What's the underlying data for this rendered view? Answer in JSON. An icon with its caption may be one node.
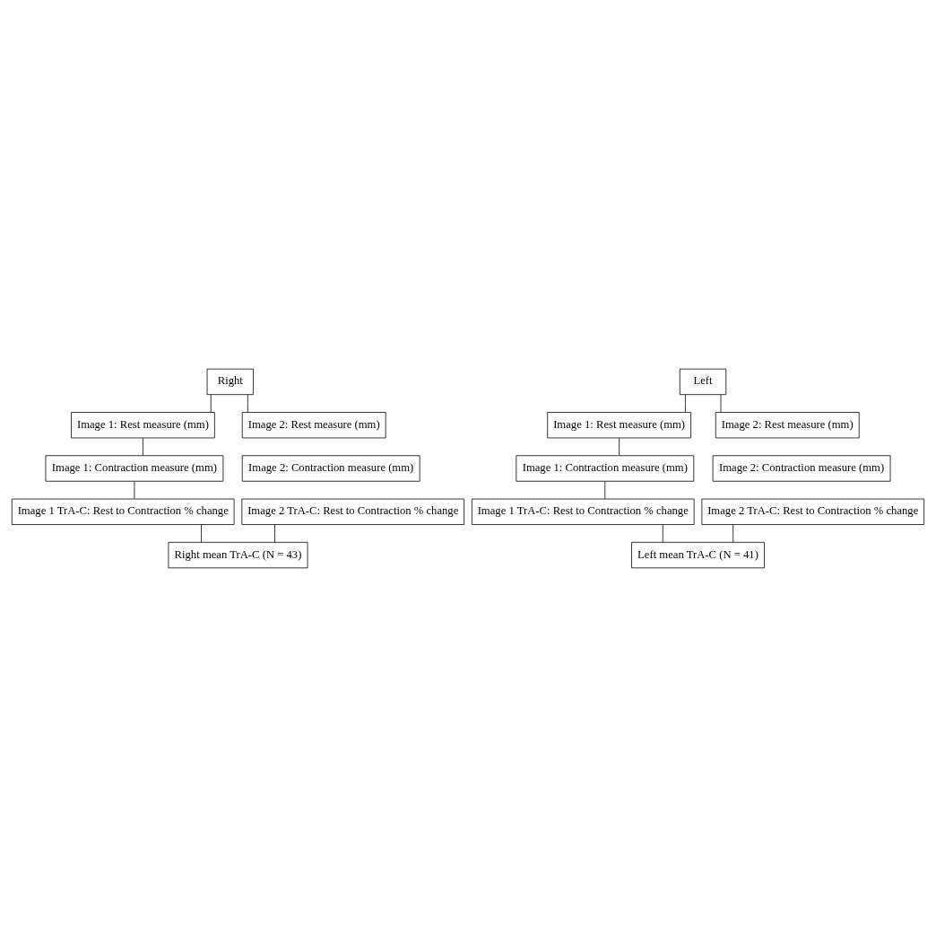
{
  "diagram": {
    "nodes": [
      {
        "text": [
          "Right"
        ]
      },
      {
        "text": [
          "Image 1: Rest measure (mm)"
        ]
      },
      {
        "text": [
          "Image 2: Rest measure (mm)"
        ]
      },
      {
        "text": [
          "Image 1: Contraction measure (mm)"
        ]
      },
      {
        "text": [
          "Image 2: Contraction measure (mm)"
        ]
      },
      {
        "text": [
          "Image 1 TrA-C: Rest to Contraction % change"
        ]
      },
      {
        "text": [
          "Image 2 TrA-C: Rest to Contraction % change"
        ]
      },
      {
        "text": [
          "Right mean TrA-C (N = 43)"
        ]
      },
      {
        "text": [
          "Left"
        ]
      },
      {
        "text": [
          "Image 1: Rest measure (mm)"
        ]
      },
      {
        "text": [
          "Image 2: Rest measure (mm)"
        ]
      },
      {
        "text": [
          "Image 1: Contraction measure (mm)"
        ]
      },
      {
        "text": [
          "Image 2: Contraction measure (mm)"
        ]
      },
      {
        "text": [
          "Image 1 TrA-C: Rest to Contraction % change"
        ]
      },
      {
        "text": [
          "Image 2 TrA-C: Rest to Contraction % change"
        ]
      },
      {
        "text": [
          "Left mean TrA-C (N = 41)"
        ]
      }
    ],
    "edges": [
      {
        "from": 0,
        "to": 1,
        "arrow": "none"
      },
      {
        "from": 0,
        "to": 2,
        "arrow": "none"
      },
      {
        "from": 1,
        "to": 3,
        "arrow": "none"
      },
      {
        "from": 3,
        "to": 5,
        "arrow": "none"
      },
      {
        "from": 5,
        "to": 7,
        "arrow": "none"
      },
      {
        "from": 6,
        "to": 7,
        "arrow": "none"
      },
      {
        "from": 8,
        "to": 9,
        "arrow": "none"
      },
      {
        "from": 8,
        "to": 10,
        "arrow": "none"
      },
      {
        "from": 9,
        "to": 11,
        "arrow": "none"
      },
      {
        "from": 11,
        "to": 13,
        "arrow": "none"
      },
      {
        "from": 13,
        "to": 15,
        "arrow": "none"
      },
      {
        "from": 14,
        "to": 15,
        "arrow": "none"
      }
    ]
  }
}
